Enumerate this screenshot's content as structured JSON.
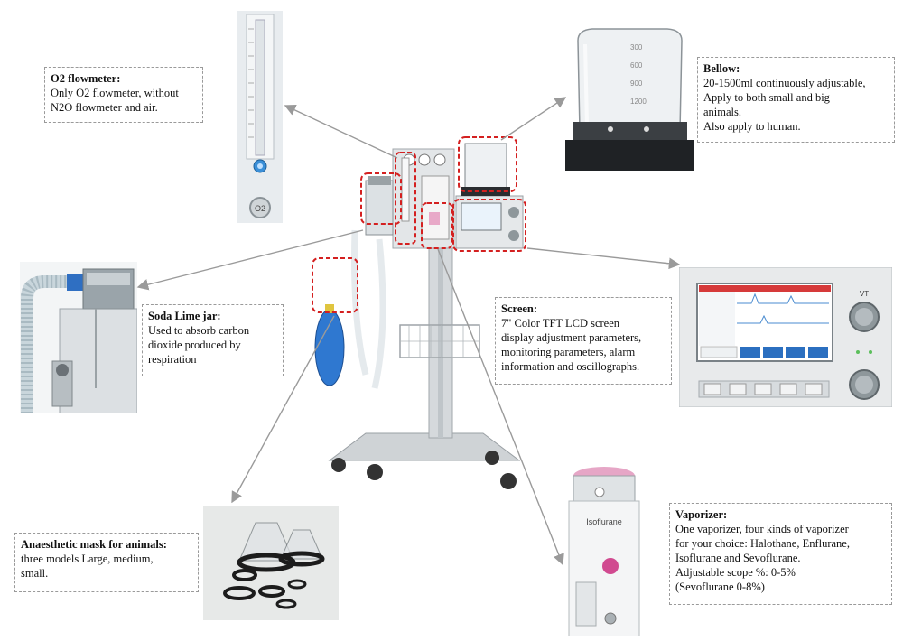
{
  "callouts": {
    "o2": {
      "title": "O2 flowmeter:",
      "lines": [
        "Only O2 flowmeter, without",
        "N2O flowmeter and air."
      ]
    },
    "bellow": {
      "title": "Bellow:",
      "lines": [
        "20-1500ml continuously adjustable,",
        "Apply to both small and big",
        "animals.",
        "Also apply to human."
      ]
    },
    "soda": {
      "title": "Soda Lime jar:",
      "lines": [
        "Used to absorb carbon",
        "dioxide produced by",
        "respiration"
      ]
    },
    "screen": {
      "title": "Screen:",
      "lines": [
        "7\" Color TFT LCD screen",
        "display adjustment parameters,",
        "monitoring parameters, alarm",
        "information and oscillographs."
      ]
    },
    "mask": {
      "title": "Anaesthetic mask for animals:",
      "lines": [
        "three models Large, medium,",
        "small."
      ]
    },
    "vaporizer": {
      "title": "Vaporizer:",
      "lines": [
        "One vaporizer, four kinds of vaporizer",
        "for your choice: Halothane, Enflurane,",
        "Isoflurane and Sevoflurane.",
        "Adjustable scope %: 0-5%",
        "(Sevoflurane 0-8%)"
      ]
    }
  },
  "photo_labels": {
    "bellow_scale": [
      "300",
      "600",
      "900",
      "1200"
    ],
    "vaporizer_brand": "Isoflurane",
    "flowmeter_knob": "O2",
    "screen_knob": "VT"
  },
  "colors": {
    "highlight": "#d42020",
    "arrow": "#9a9a9a",
    "border": "#9a9a9a"
  }
}
